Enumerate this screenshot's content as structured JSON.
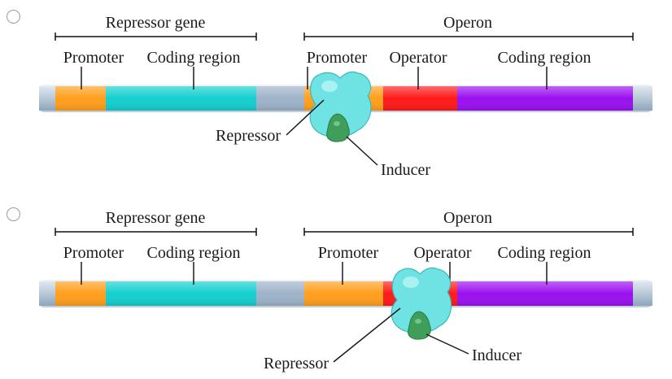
{
  "options": [
    {
      "brackets": {
        "left": "Repressor gene",
        "right": "Operon"
      },
      "regions": {
        "repressor_promoter": "Promoter",
        "repressor_coding": "Coding region",
        "operon_promoter": "Promoter",
        "operator": "Operator",
        "operon_coding": "Coding region"
      },
      "callouts": {
        "repressor": "Repressor",
        "inducer": "Inducer"
      },
      "repressor_bound_to": "promoter"
    },
    {
      "brackets": {
        "left": "Repressor gene",
        "right": "Operon"
      },
      "regions": {
        "repressor_promoter": "Promoter",
        "repressor_coding": "Coding region",
        "operon_promoter": "Promoter",
        "operator": "Operator",
        "operon_coding": "Coding region"
      },
      "callouts": {
        "repressor": "Repressor",
        "inducer": "Inducer"
      },
      "repressor_bound_to": "operator"
    }
  ],
  "colors": {
    "promoter": "#ff9f1c",
    "coding_repressor": "#14cfcf",
    "spacer": "#9eb3c8",
    "operator": "#ff1a1a",
    "coding_operon": "#9b10f0",
    "repressor": "#6fe3e3",
    "inducer": "#3f9e5a"
  }
}
